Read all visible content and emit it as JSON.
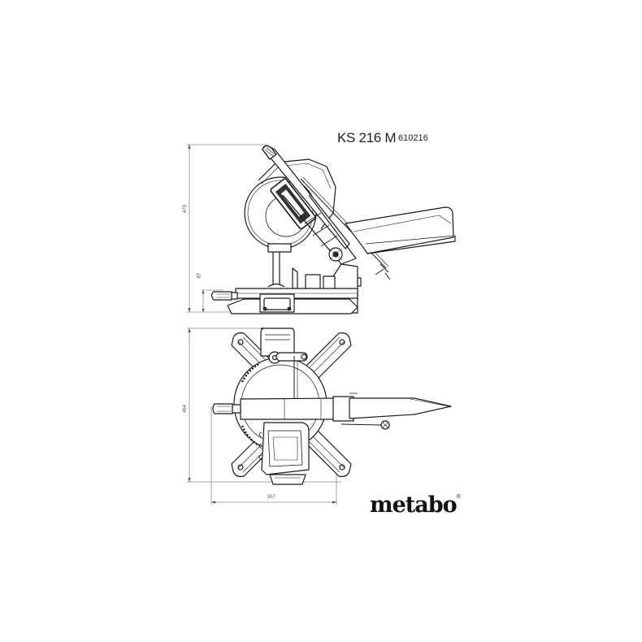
{
  "header": {
    "model": "KS 216 M",
    "article_number": "610216"
  },
  "side_view": {
    "dimensions": {
      "total_height": "479",
      "table_height": "67"
    }
  },
  "top_view": {
    "dimensions": {
      "depth": "464",
      "width": "357"
    }
  },
  "brand": {
    "logo_text": "metabo",
    "registered_mark": "®"
  },
  "colors": {
    "line": "#1a1a1a",
    "dimension_line": "#888888",
    "background": "#ffffff"
  }
}
